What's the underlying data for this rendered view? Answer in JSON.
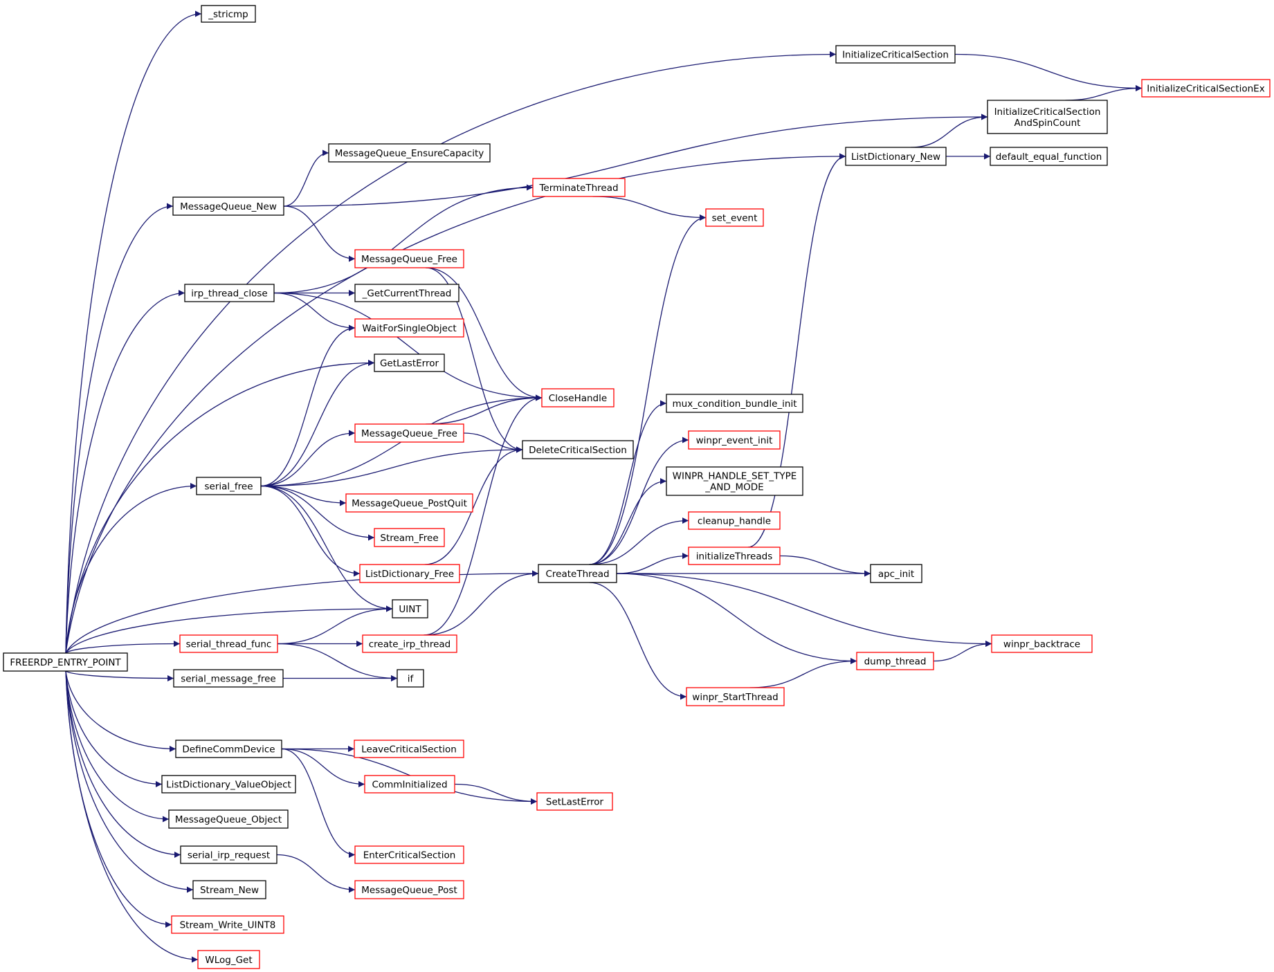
{
  "colors": {
    "edge": "#191970",
    "border_normal": "#000000",
    "border_truncated": "#ff0000",
    "root_fill": "#bfbfbf",
    "text": "#000000"
  },
  "nodes": {
    "freerdp_entry_point": {
      "label": "FREERDP_ENTRY_POINT",
      "style": "root"
    },
    "stricmp": {
      "label": "_stricmp",
      "style": "normal"
    },
    "initializecriticalsection": {
      "label": "InitializeCriticalSection",
      "style": "normal"
    },
    "initializecriticalsectionex": {
      "label": "InitializeCriticalSectionEx",
      "style": "truncated"
    },
    "initializecriticalsectionandspincount": {
      "label": "InitializeCriticalSection",
      "label2": "AndSpinCount",
      "style": "normal"
    },
    "listdictionary_new": {
      "label": "ListDictionary_New",
      "style": "normal"
    },
    "default_equal_function": {
      "label": "default_equal_function",
      "style": "normal"
    },
    "messagequeue_ensurecapacity": {
      "label": "MessageQueue_EnsureCapacity",
      "style": "normal"
    },
    "messagequeue_new": {
      "label": "MessageQueue_New",
      "style": "normal"
    },
    "terminatethread": {
      "label": "TerminateThread",
      "style": "truncated"
    },
    "set_event": {
      "label": "set_event",
      "style": "truncated"
    },
    "messagequeue_free_1": {
      "label": "MessageQueue_Free",
      "style": "truncated"
    },
    "irp_thread_close": {
      "label": "irp_thread_close",
      "style": "normal"
    },
    "getcurrentthread": {
      "label": "_GetCurrentThread",
      "style": "normal"
    },
    "waitforsingleobject": {
      "label": "WaitForSingleObject",
      "style": "truncated"
    },
    "getlasterror": {
      "label": "GetLastError",
      "style": "normal"
    },
    "closehandle": {
      "label": "CloseHandle",
      "style": "truncated"
    },
    "mux_condition_bundle_init": {
      "label": "mux_condition_bundle_init",
      "style": "normal"
    },
    "messagequeue_free_2": {
      "label": "MessageQueue_Free",
      "style": "truncated"
    },
    "deletecriticalsection": {
      "label": "DeleteCriticalSection",
      "style": "normal"
    },
    "winpr_event_init": {
      "label": "winpr_event_init",
      "style": "truncated"
    },
    "winpr_handle_set_type_and_mode": {
      "label": "WINPR_HANDLE_SET_TYPE",
      "label2": "_AND_MODE",
      "style": "normal"
    },
    "serial_free": {
      "label": "serial_free",
      "style": "normal"
    },
    "messagequeue_postquit": {
      "label": "MessageQueue_PostQuit",
      "style": "truncated"
    },
    "cleanup_handle": {
      "label": "cleanup_handle",
      "style": "truncated"
    },
    "stream_free": {
      "label": "Stream_Free",
      "style": "truncated"
    },
    "initializethreads": {
      "label": "initializeThreads",
      "style": "truncated"
    },
    "listdictionary_free": {
      "label": "ListDictionary_Free",
      "style": "truncated"
    },
    "createthread": {
      "label": "CreateThread",
      "style": "normal"
    },
    "apc_init": {
      "label": "apc_init",
      "style": "normal"
    },
    "uint": {
      "label": "UINT",
      "style": "normal"
    },
    "serial_thread_func": {
      "label": "serial_thread_func",
      "style": "truncated"
    },
    "create_irp_thread": {
      "label": "create_irp_thread",
      "style": "truncated"
    },
    "winpr_backtrace": {
      "label": "winpr_backtrace",
      "style": "truncated"
    },
    "dump_thread": {
      "label": "dump_thread",
      "style": "truncated"
    },
    "serial_message_free": {
      "label": "serial_message_free",
      "style": "normal"
    },
    "if": {
      "label": "if",
      "style": "normal"
    },
    "winpr_startthread": {
      "label": "winpr_StartThread",
      "style": "truncated"
    },
    "definecommdevice": {
      "label": "DefineCommDevice",
      "style": "normal"
    },
    "leavecriticalsection": {
      "label": "LeaveCriticalSection",
      "style": "truncated"
    },
    "comminitialized": {
      "label": "CommInitialized",
      "style": "truncated"
    },
    "listdictionary_valueobject": {
      "label": "ListDictionary_ValueObject",
      "style": "normal"
    },
    "setlasterror": {
      "label": "SetLastError",
      "style": "truncated"
    },
    "messagequeue_object": {
      "label": "MessageQueue_Object",
      "style": "normal"
    },
    "entercriticalsection": {
      "label": "EnterCriticalSection",
      "style": "truncated"
    },
    "serial_irp_request": {
      "label": "serial_irp_request",
      "style": "normal"
    },
    "messagequeue_post": {
      "label": "MessageQueue_Post",
      "style": "truncated"
    },
    "stream_new": {
      "label": "Stream_New",
      "style": "normal"
    },
    "stream_write_uint8": {
      "label": "Stream_Write_UINT8",
      "style": "truncated"
    },
    "wlog_get": {
      "label": "WLog_Get",
      "style": "truncated"
    }
  },
  "edges": [
    [
      "freerdp_entry_point",
      "stricmp"
    ],
    [
      "freerdp_entry_point",
      "initializecriticalsection"
    ],
    [
      "freerdp_entry_point",
      "listdictionary_new"
    ],
    [
      "freerdp_entry_point",
      "messagequeue_new"
    ],
    [
      "freerdp_entry_point",
      "irp_thread_close"
    ],
    [
      "freerdp_entry_point",
      "getlasterror"
    ],
    [
      "freerdp_entry_point",
      "serial_free"
    ],
    [
      "freerdp_entry_point",
      "uint"
    ],
    [
      "freerdp_entry_point",
      "serial_thread_func"
    ],
    [
      "freerdp_entry_point",
      "serial_message_free"
    ],
    [
      "freerdp_entry_point",
      "createthread"
    ],
    [
      "freerdp_entry_point",
      "definecommdevice"
    ],
    [
      "freerdp_entry_point",
      "listdictionary_valueobject"
    ],
    [
      "freerdp_entry_point",
      "messagequeue_object"
    ],
    [
      "freerdp_entry_point",
      "serial_irp_request"
    ],
    [
      "freerdp_entry_point",
      "stream_new"
    ],
    [
      "freerdp_entry_point",
      "stream_write_uint8"
    ],
    [
      "freerdp_entry_point",
      "wlog_get"
    ],
    [
      "initializecriticalsection",
      "initializecriticalsectionex"
    ],
    [
      "initializecriticalsectionandspincount",
      "initializecriticalsectionex"
    ],
    [
      "listdictionary_new",
      "initializecriticalsectionandspincount"
    ],
    [
      "listdictionary_new",
      "default_equal_function"
    ],
    [
      "messagequeue_new",
      "initializecriticalsectionandspincount"
    ],
    [
      "messagequeue_new",
      "messagequeue_ensurecapacity"
    ],
    [
      "messagequeue_new",
      "messagequeue_free_1"
    ],
    [
      "terminatethread",
      "set_event"
    ],
    [
      "messagequeue_free_1",
      "closehandle"
    ],
    [
      "messagequeue_free_1",
      "deletecriticalsection"
    ],
    [
      "irp_thread_close",
      "terminatethread"
    ],
    [
      "irp_thread_close",
      "closehandle"
    ],
    [
      "irp_thread_close",
      "getcurrentthread"
    ],
    [
      "irp_thread_close",
      "waitforsingleobject"
    ],
    [
      "serial_free",
      "waitforsingleobject"
    ],
    [
      "serial_free",
      "getlasterror"
    ],
    [
      "serial_free",
      "closehandle"
    ],
    [
      "serial_free",
      "messagequeue_free_2"
    ],
    [
      "serial_free",
      "deletecriticalsection"
    ],
    [
      "serial_free",
      "messagequeue_postquit"
    ],
    [
      "serial_free",
      "stream_free"
    ],
    [
      "serial_free",
      "listdictionary_free"
    ],
    [
      "serial_free",
      "uint"
    ],
    [
      "messagequeue_free_2",
      "closehandle"
    ],
    [
      "messagequeue_free_2",
      "deletecriticalsection"
    ],
    [
      "listdictionary_free",
      "deletecriticalsection"
    ],
    [
      "serial_thread_func",
      "uint"
    ],
    [
      "serial_thread_func",
      "create_irp_thread"
    ],
    [
      "serial_thread_func",
      "if"
    ],
    [
      "create_irp_thread",
      "closehandle"
    ],
    [
      "create_irp_thread",
      "createthread"
    ],
    [
      "serial_message_free",
      "if"
    ],
    [
      "createthread",
      "set_event"
    ],
    [
      "createthread",
      "mux_condition_bundle_init"
    ],
    [
      "createthread",
      "winpr_event_init"
    ],
    [
      "createthread",
      "winpr_handle_set_type_and_mode"
    ],
    [
      "createthread",
      "cleanup_handle"
    ],
    [
      "createthread",
      "initializethreads"
    ],
    [
      "createthread",
      "apc_init"
    ],
    [
      "createthread",
      "winpr_backtrace"
    ],
    [
      "createthread",
      "dump_thread"
    ],
    [
      "createthread",
      "winpr_startthread"
    ],
    [
      "initializethreads",
      "listdictionary_new"
    ],
    [
      "initializethreads",
      "apc_init"
    ],
    [
      "dump_thread",
      "winpr_backtrace"
    ],
    [
      "winpr_startthread",
      "dump_thread"
    ],
    [
      "definecommdevice",
      "leavecriticalsection"
    ],
    [
      "definecommdevice",
      "comminitialized"
    ],
    [
      "definecommdevice",
      "setlasterror"
    ],
    [
      "definecommdevice",
      "entercriticalsection"
    ],
    [
      "comminitialized",
      "setlasterror"
    ],
    [
      "serial_irp_request",
      "messagequeue_post"
    ]
  ]
}
